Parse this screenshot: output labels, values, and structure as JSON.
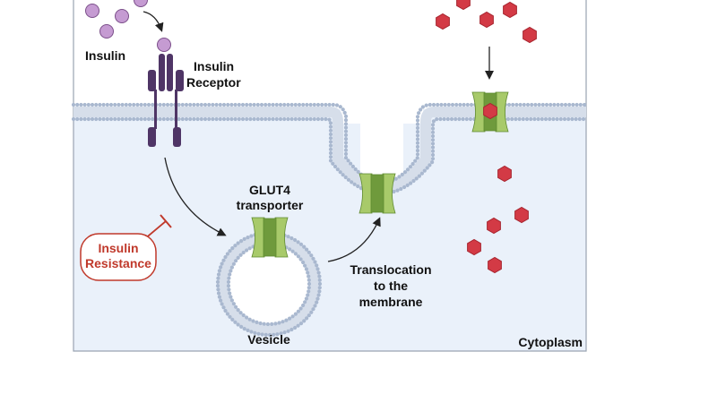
{
  "labels": {
    "insulin": "Insulin",
    "receptor_line1": "Insulin",
    "receptor_line2": "Receptor",
    "glut4_line1": "GLUT4",
    "glut4_line2": "transporter",
    "resistance_line1": "Insulin",
    "resistance_line2": "Resistance",
    "translocation_line1": "Translocation",
    "translocation_line2": "to the",
    "translocation_line3": "membrane",
    "vesicle": "Vesicle",
    "cytoplasm": "Cytoplasm"
  },
  "colors": {
    "cytoplasm_fill": "#eaf1fa",
    "membrane_bead": "#a9b8cf",
    "insulin": "#c59bd2",
    "insulin_stroke": "#7b4f8a",
    "receptor": "#4f3566",
    "glut4_light": "#a8ca6a",
    "glut4_dark": "#6f9a3c",
    "glucose": "#d33a45",
    "inhibitor": "#c0392b",
    "frame": "#9aa4b2"
  },
  "icons": {
    "insulin": "purple-circle",
    "glucose": "red-hexagon",
    "glut4": "green-barrel-channel",
    "inhibition": "t-bar-arrow"
  }
}
